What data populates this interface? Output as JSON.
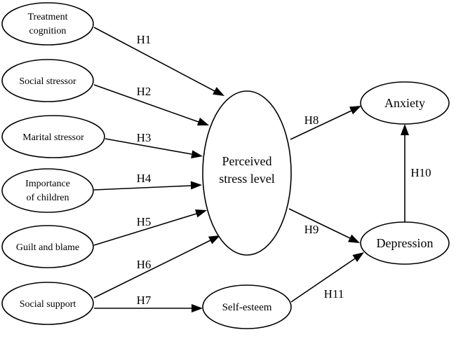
{
  "nodes": {
    "treatment": [
      "Treatment",
      "cognition"
    ],
    "social_stressor": [
      "Social stressor"
    ],
    "marital_stressor": [
      "Marital stressor"
    ],
    "importance": [
      "Importance",
      "of children"
    ],
    "guilt": [
      "Guilt and blame"
    ],
    "social_support": [
      "Social support"
    ],
    "perceived": [
      "Perceived",
      "stress level"
    ],
    "self_esteem": [
      "Self-esteem"
    ],
    "anxiety": [
      "Anxiety"
    ],
    "depression": [
      "Depression"
    ]
  },
  "hypotheses": {
    "h1": "H1",
    "h2": "H2",
    "h3": "H3",
    "h4": "H4",
    "h5": "H5",
    "h6": "H6",
    "h7": "H7",
    "h8": "H8",
    "h9": "H9",
    "h10": "H10",
    "h11": "H11"
  }
}
